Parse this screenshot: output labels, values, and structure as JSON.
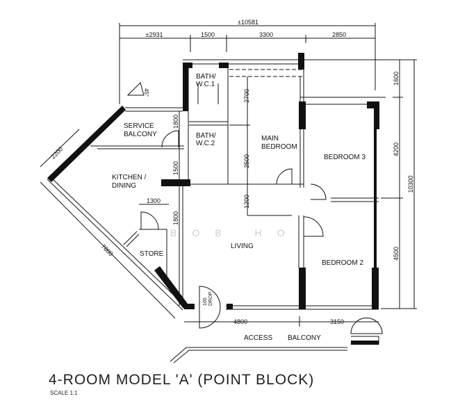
{
  "title": "4-ROOM MODEL 'A' (POINT BLOCK)",
  "scale": "SCALE   1:1",
  "watermark": "BOB HO",
  "north_angle": "45°",
  "rooms": {
    "bath1": [
      "BATH/",
      "W.C.1"
    ],
    "bath2": [
      "BATH/",
      "W.C.2"
    ],
    "main_bedroom": [
      "MAIN",
      "BEDROOM"
    ],
    "bedroom3": "BEDROOM 3",
    "bedroom2": "BEDROOM 2",
    "service_balcony": [
      "SERVICE",
      "BALCONY"
    ],
    "kitchen": [
      "KITCHEN /",
      "DINING"
    ],
    "store": "STORE",
    "living": "LIVING",
    "access": "ACCESS",
    "balcony": "BALCONY",
    "drop": [
      "100",
      "DROP"
    ]
  },
  "dimensions": {
    "overall_width": "±10581",
    "top": [
      "±2931",
      "1500",
      "3300",
      "2850"
    ],
    "right": [
      "1600",
      "4200",
      "4500"
    ],
    "overall_depth": "10300",
    "bottom": [
      "4800",
      "3150"
    ],
    "left_diag_short": "2200",
    "left_diag_long": "7800",
    "service_balcony_depth": "1800",
    "kitchen_depth": "1500",
    "living_offset": "1800",
    "store_width": "1300",
    "main_bed_1": "2700",
    "main_bed_2": "2500",
    "main_bed_3": "1200"
  }
}
